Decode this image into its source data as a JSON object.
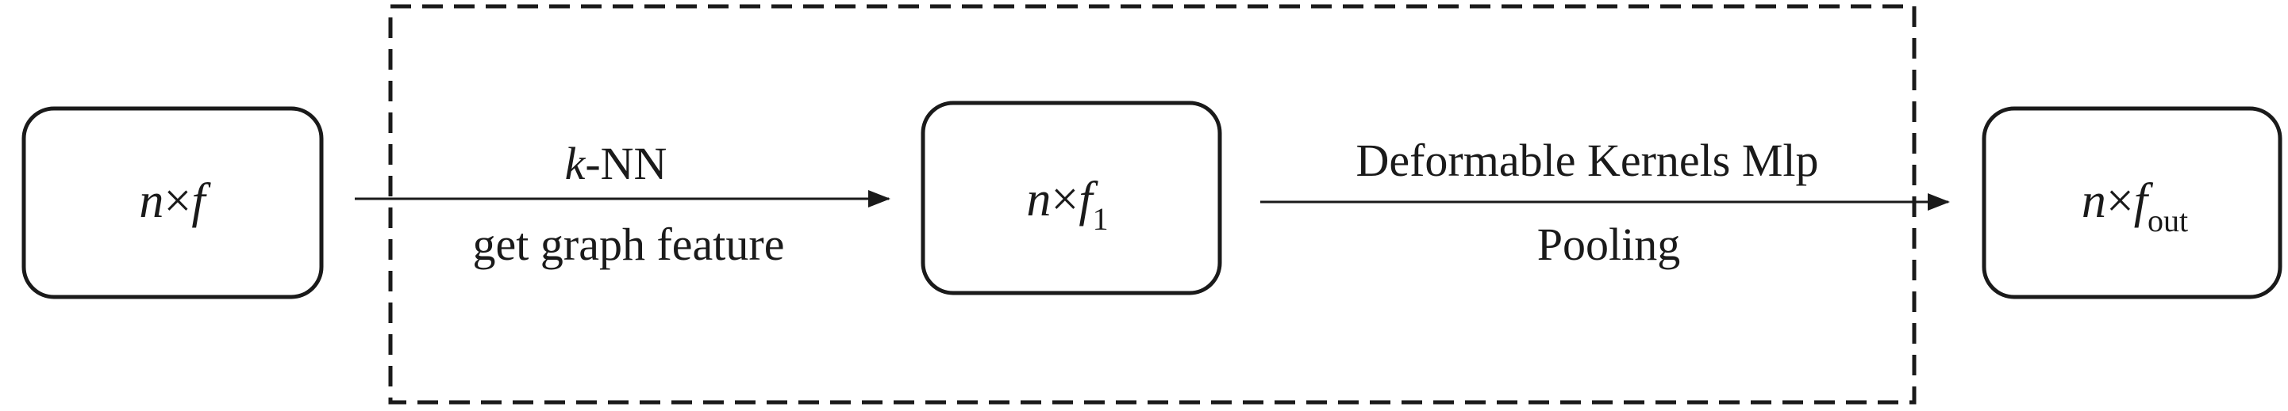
{
  "nodes": {
    "input": {
      "var": "n",
      "op": "×",
      "feat": "f",
      "sub": ""
    },
    "middle": {
      "var": "n",
      "op": "×",
      "feat": "f",
      "sub": "1"
    },
    "output": {
      "var": "n",
      "op": "×",
      "feat": "f",
      "sub": "out"
    }
  },
  "edges": {
    "first": {
      "top_italic": "k",
      "top_rest": "-NN",
      "bottom": "get graph feature"
    },
    "second": {
      "top": "Deformable Kernels Mlp",
      "bottom": "Pooling"
    }
  }
}
